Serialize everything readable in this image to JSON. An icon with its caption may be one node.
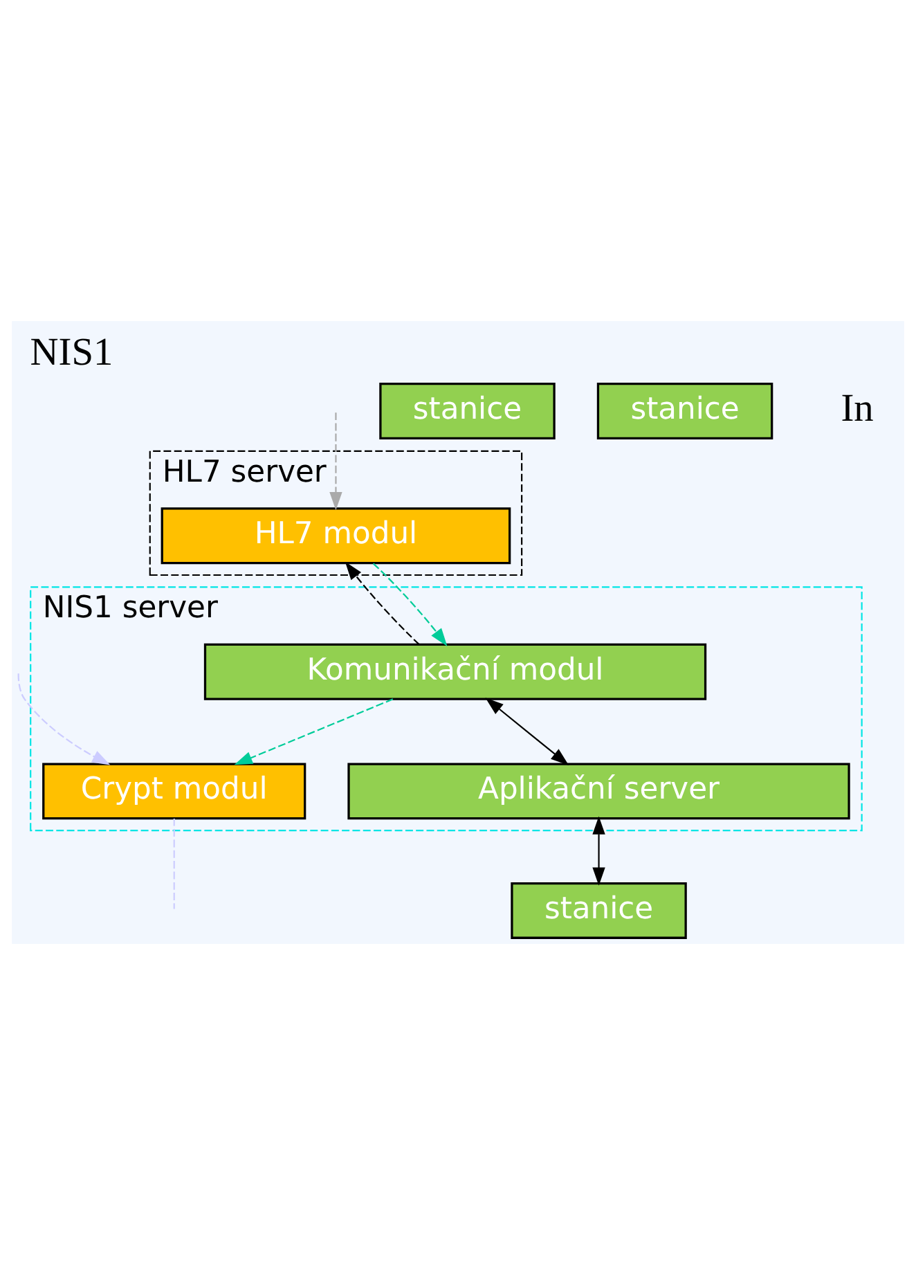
{
  "diagram": {
    "title": "NIS1",
    "nodes": [
      {
        "text": [
          "HL7 server"
        ]
      },
      {
        "text": [
          "HL7 modul"
        ],
        "in": 0
      },
      {
        "text": [
          "NIS1 server"
        ]
      },
      {
        "text": [
          "Komunikační modul"
        ],
        "in": 2
      },
      {
        "text": [
          "Crypt modul"
        ],
        "in": 2
      },
      {
        "text": [
          "Aplikační server"
        ],
        "in": 2
      },
      {
        "text": [
          "stanice"
        ]
      },
      {
        "text": [
          "stanice"
        ]
      },
      {
        "text": [
          "stanice"
        ]
      }
    ],
    "edges": [
      {
        "from": null,
        "to": 1,
        "arrow": "to",
        "style": "dashed",
        "color": "#aaaaaa"
      },
      {
        "from": 3,
        "to": 1,
        "arrow": "to",
        "style": "dashed"
      },
      {
        "from": 1,
        "to": 3,
        "arrow": "to",
        "style": "dashed",
        "color": "#00cc99"
      },
      {
        "from": 3,
        "to": 4,
        "arrow": "to",
        "style": "dashed",
        "color": "#00cc99"
      },
      {
        "from": 3,
        "to": 5,
        "arrow": "both"
      },
      {
        "from": 5,
        "to": 7,
        "arrow": "both"
      },
      {
        "from": null,
        "to": 4,
        "arrow": "to",
        "style": "dashed",
        "color": "#ccccff"
      },
      {
        "from": 4,
        "to": null,
        "arrow": "none",
        "style": "dashed",
        "color": "#ccccff"
      }
    ],
    "labels": [
      "In"
    ]
  }
}
